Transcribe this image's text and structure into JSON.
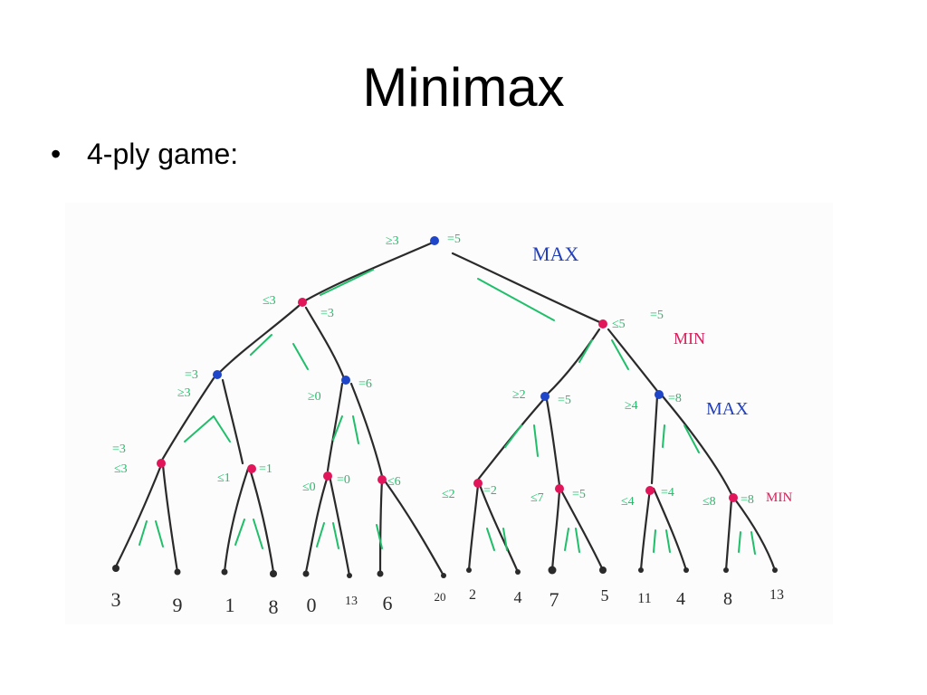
{
  "slide": {
    "title": "Minimax",
    "bullets": [
      {
        "marker": "•",
        "text": "4-ply game:"
      }
    ]
  },
  "diagram": {
    "level_labels": [
      "MAX",
      "MIN",
      "MAX",
      "MIN"
    ],
    "root": {
      "bound": "≥3",
      "value": "=5"
    },
    "min1": [
      {
        "bound": "≤3",
        "value": "=3"
      },
      {
        "bound": "≤5",
        "value": "=5"
      }
    ],
    "max2": [
      {
        "value": "=3",
        "bound": "≥3"
      },
      {
        "bound": "≥0",
        "value": "=6"
      },
      {
        "bound": "≥2",
        "value": "=5"
      },
      {
        "bound": "≥4",
        "value": "=8"
      }
    ],
    "min3": [
      {
        "value": "=3",
        "bound": "≤3"
      },
      {
        "bound": "≤1",
        "value": "=1"
      },
      {
        "bound": "≤0",
        "value": "=0"
      },
      {
        "bound": "≤6",
        "value": ""
      },
      {
        "bound": "≤2",
        "value": "=2"
      },
      {
        "bound": "≤7",
        "value": "=5"
      },
      {
        "bound": "≤4",
        "value": "=4"
      },
      {
        "bound": "≤8",
        "value": "=8"
      }
    ],
    "leaves": [
      "3",
      "9",
      "1",
      "8",
      "0",
      "13",
      "6",
      "20",
      "2",
      "4",
      "7",
      "5",
      "11",
      "4",
      "8",
      "13"
    ],
    "colors": {
      "max_node": "#1f45c8",
      "min_node": "#e0155a",
      "ink": "#2a2a2a",
      "annotation": "#1fbf6a",
      "max_label": "#2440b8",
      "min_label": "#d8205a"
    }
  }
}
